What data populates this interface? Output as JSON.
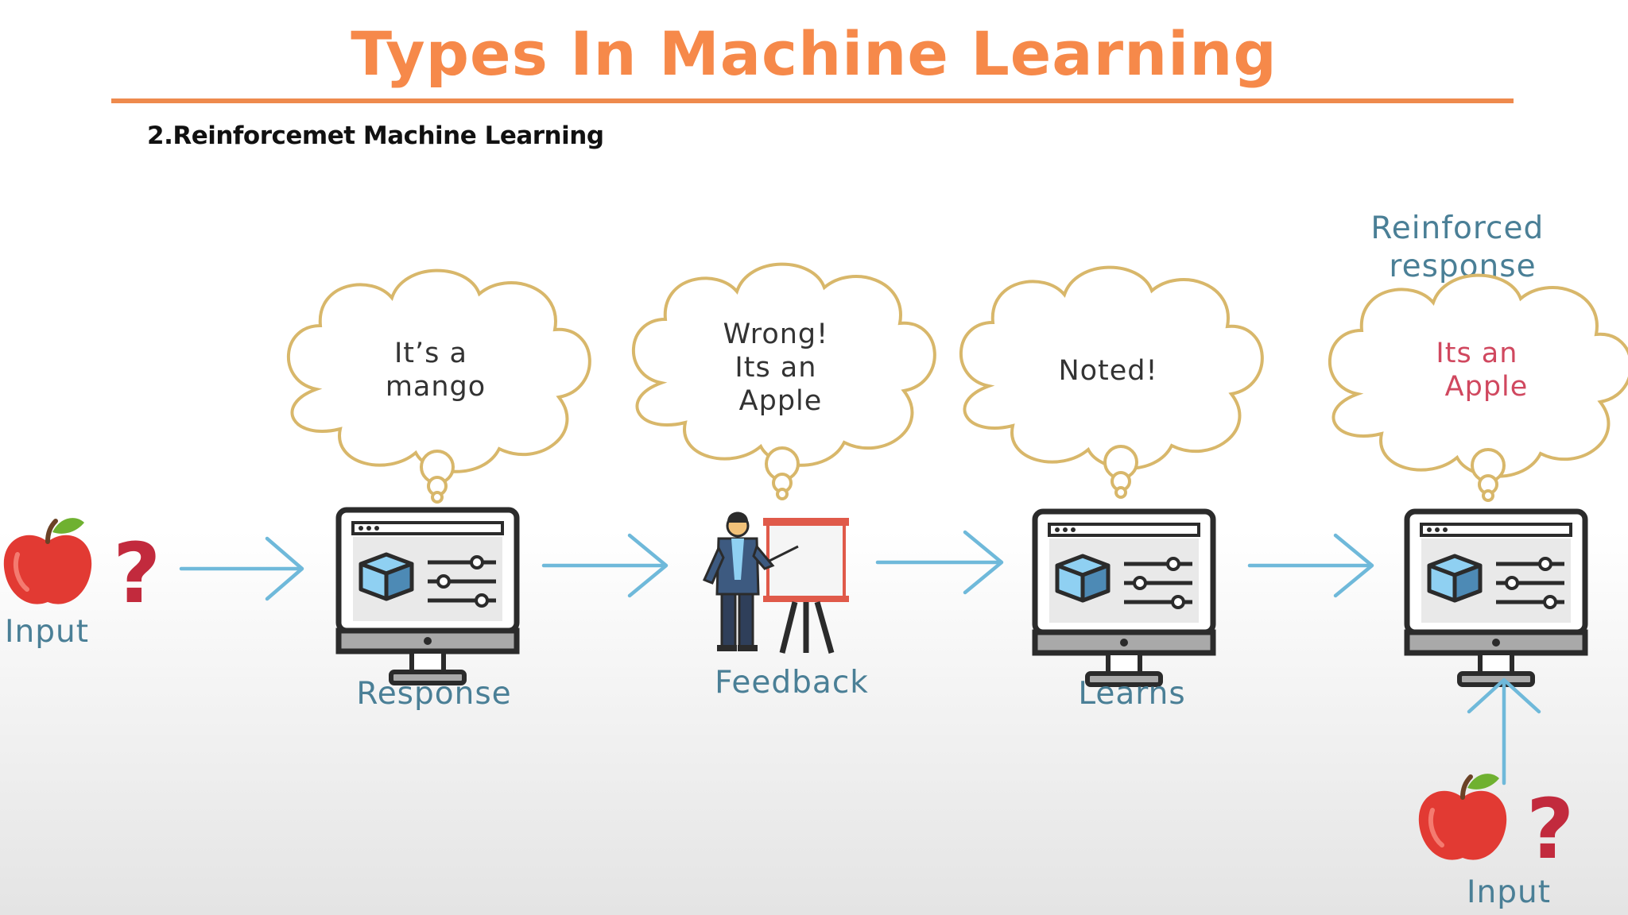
{
  "slide": {
    "title": "Types In Machine Learning",
    "subtitle": "2.Reinforcemet Machine Learning"
  },
  "diagram": {
    "input_label": "Input",
    "question_mark": "?",
    "response_label": "Response",
    "response_thought": [
      "It’s a",
      "mango"
    ],
    "feedback_label": "Feedback",
    "feedback_thought": [
      "Wrong!",
      "Its an",
      "Apple"
    ],
    "learns_label": "Learns",
    "learns_thought": [
      "Noted!"
    ],
    "reinforced_label": [
      "Reinforced",
      "response"
    ],
    "reinforced_thought": [
      "Its an",
      "Apple"
    ],
    "input2_label": "Input"
  },
  "colors": {
    "title": "#f6894a",
    "rule": "#ee8a4d",
    "label": "#4a7f96",
    "arrow": "#6fb9da",
    "cloud_border": "#d8b76a",
    "question": "#c22a3d",
    "apple": "#e23a33",
    "highlight_text": "#d0485f"
  }
}
